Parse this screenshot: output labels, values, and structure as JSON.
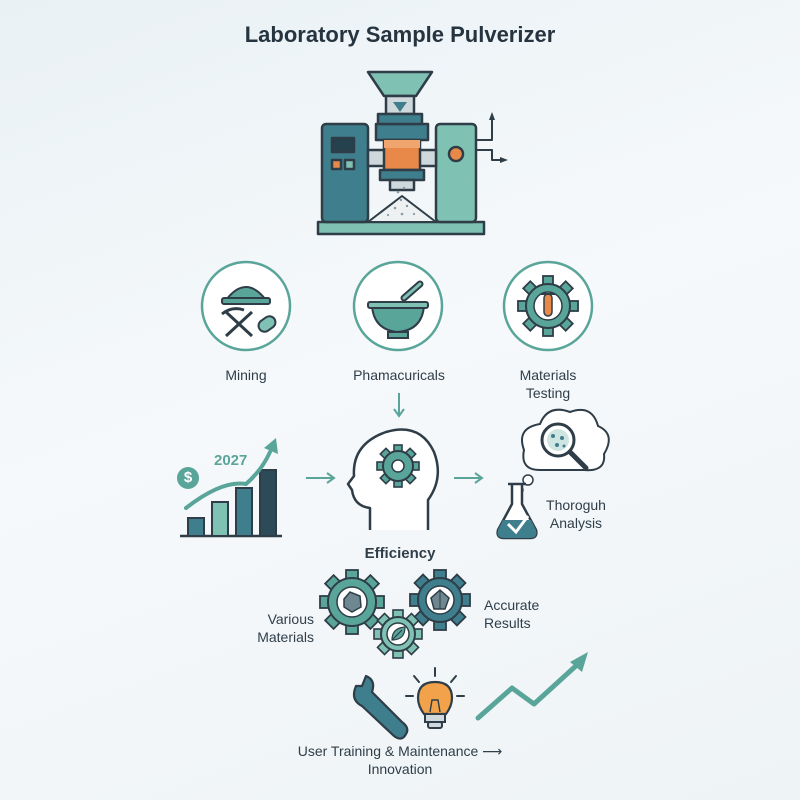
{
  "title": "Laboratory Sample Pulverizer",
  "applications": [
    {
      "label": "Mining"
    },
    {
      "label": "Phamacuricals"
    },
    {
      "label_line1": "Materials",
      "label_line2": "Testing"
    }
  ],
  "growth": {
    "year": "2027",
    "currency_symbol": "$"
  },
  "analysis": {
    "line1": "Thoroguh",
    "line2": "Analysis"
  },
  "efficiency": {
    "title": "Efficiency",
    "left_line1": "Various",
    "left_line2": "Materials",
    "right_line1": "Accurate",
    "right_line2": "Results"
  },
  "footer": {
    "line1": "User Training & Maintenance",
    "arrow": "⟶",
    "line2": "Innovation"
  },
  "colors": {
    "teal": "#5aa59a",
    "teal_light": "#7fc1b3",
    "slate": "#3f6e7c",
    "navy": "#2c4a57",
    "orange": "#e8894a",
    "bulb": "#f1a24a",
    "outline": "#2e3d47"
  }
}
